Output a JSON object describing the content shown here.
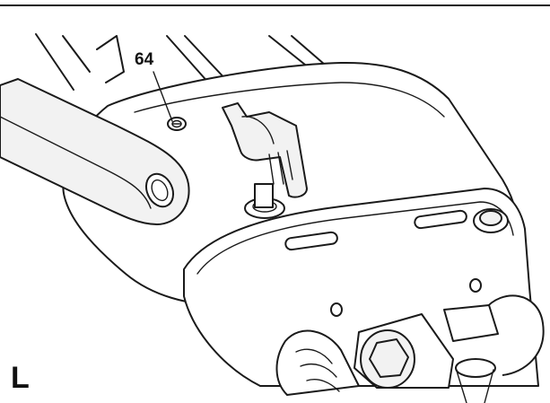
{
  "figure": {
    "callouts": [
      {
        "label": "64",
        "target": "screw"
      }
    ],
    "panel_letter": "L"
  },
  "colors": {
    "line": "#1a1a1a",
    "background": "#ffffff",
    "fill_light": "#f2f2f2"
  },
  "icons": [
    "technical-line-drawing"
  ]
}
